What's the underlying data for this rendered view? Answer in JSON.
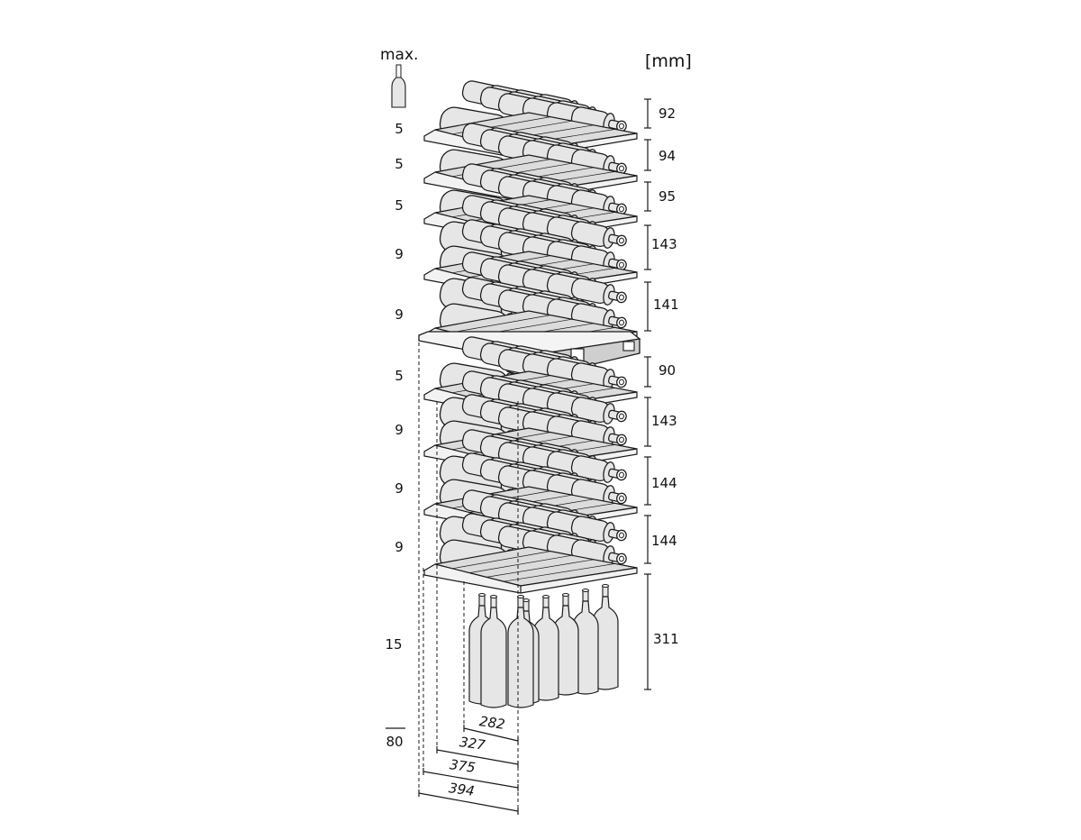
{
  "header": {
    "max_label": "max.",
    "unit_label": "[mm]"
  },
  "icons": {
    "bottle": "bottle-icon"
  },
  "colors": {
    "stroke": "#1a1a1a",
    "bottle_fill": "#e6e6e6",
    "shelf_fill": "#dcdcdc",
    "panel_fill": "#cfcfcf"
  },
  "shelves": [
    {
      "bottles": "5",
      "height": "92"
    },
    {
      "bottles": "5",
      "height": "94"
    },
    {
      "bottles": "5",
      "height": "95"
    },
    {
      "bottles": "9",
      "height": "143"
    },
    {
      "bottles": "9",
      "height": "141"
    },
    {
      "bottles": "5",
      "height": "90"
    },
    {
      "bottles": "9",
      "height": "143"
    },
    {
      "bottles": "9",
      "height": "144"
    },
    {
      "bottles": "9",
      "height": "144"
    },
    {
      "bottles": "15",
      "height": "311"
    }
  ],
  "base": {
    "value": "80"
  },
  "depths": [
    "282",
    "327",
    "375",
    "394"
  ]
}
